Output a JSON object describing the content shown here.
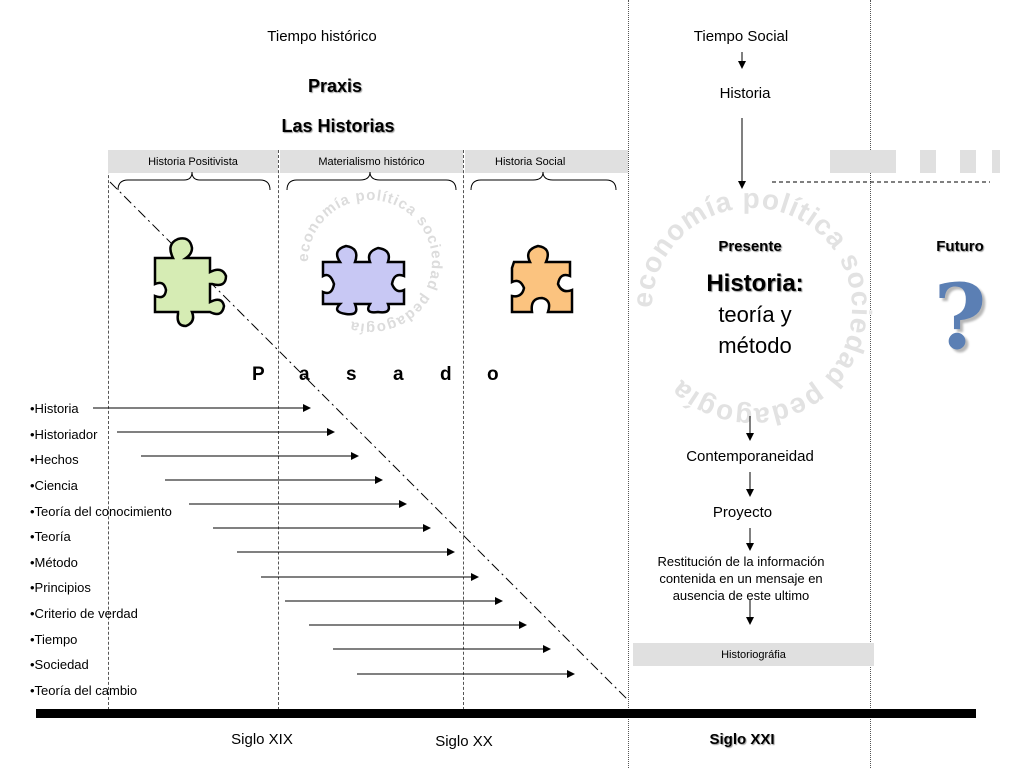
{
  "header": {
    "tiempo_historico": "Tiempo histórico",
    "praxis": "Praxis",
    "las_historias": "Las Historias",
    "tiempo_social": "Tiempo Social",
    "historia": "Historia"
  },
  "bars": {
    "historia_positivista": "Historia Positivista",
    "materialismo_historico": "Materialismo histórico",
    "historia_social": "Historia Social",
    "historiografia": "Historiográfia"
  },
  "pasado_letters": [
    "P",
    "a",
    "s",
    "a",
    "d",
    "o"
  ],
  "watermark": {
    "small": "economía política sociedad pedagogía",
    "large": "economía política sociedad pedagogía"
  },
  "presente": {
    "label": "Presente",
    "title": "Historia:",
    "line2": "teoría y",
    "line3": "método"
  },
  "futuro": {
    "label": "Futuro",
    "mark": "?"
  },
  "flow": {
    "contemporaneidad": "Contemporaneidad",
    "proyecto": "Proyecto",
    "restitucion_1": "Restitución de la información",
    "restitucion_2": "contenida en un mensaje en",
    "restitucion_3": "ausencia de este ultimo"
  },
  "concepts": [
    "•Historia",
    "•Historiador",
    "•Hechos",
    "•Ciencia",
    "•Teoría del conocimiento",
    "•Teoría",
    "•Método",
    "•Principios",
    "•Criterio de verdad",
    "•Tiempo",
    "•Sociedad",
    "•Teoría del cambio"
  ],
  "timeline": {
    "siglo_xix": "Siglo XIX",
    "siglo_xx": "Siglo XX",
    "siglo_xxi": "Siglo XXI"
  },
  "colors": {
    "piece_green": "#d6ecb4",
    "piece_blue": "#c8c8f4",
    "piece_orange": "#fbc37f",
    "bar_grey": "#e0e0e0",
    "question_blue": "#5b7fb4"
  }
}
